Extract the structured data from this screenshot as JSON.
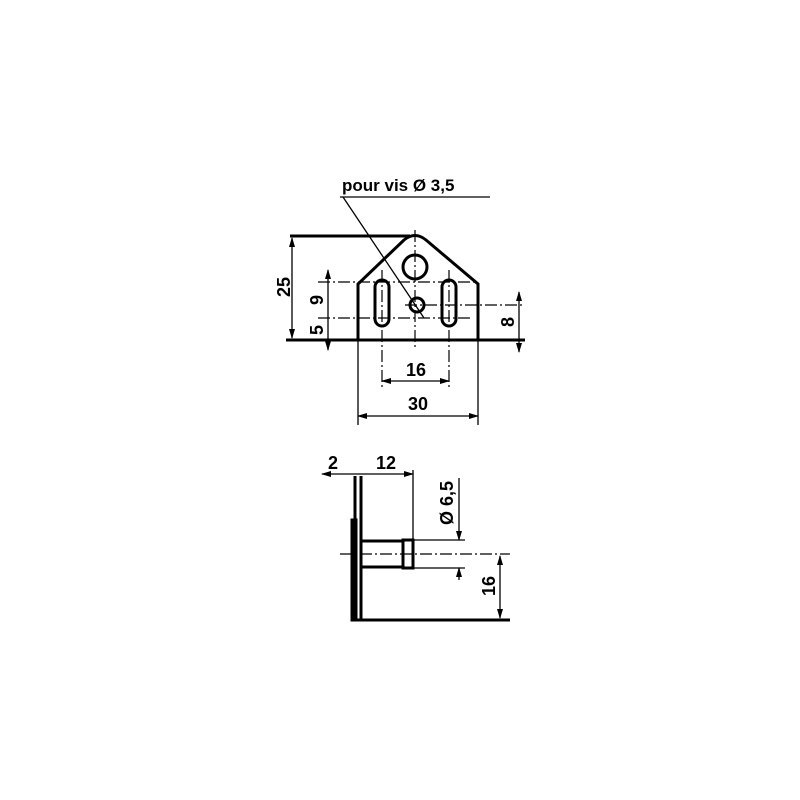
{
  "top_view": {
    "note": "pour vis Ø 3,5",
    "dim_height_total": "25",
    "dim_slot_length": "9",
    "dim_slot_offset": "5",
    "dim_hole_height": "8",
    "dim_slot_spacing": "16",
    "dim_width": "30"
  },
  "side_view": {
    "dim_plate_thickness": "2",
    "dim_pin_length": "12",
    "dim_pin_diameter": "Ø 6,5",
    "dim_pin_height": "16"
  },
  "colors": {
    "ink": "#000000",
    "background": "#ffffff"
  }
}
